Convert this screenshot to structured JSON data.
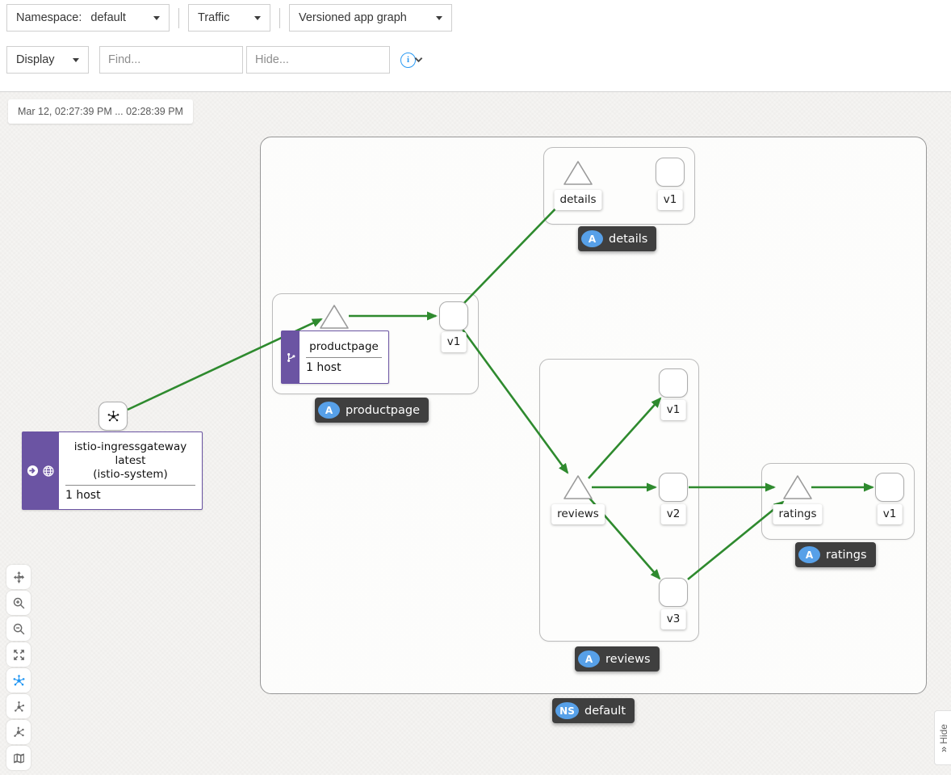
{
  "toolbar": {
    "namespace_label": "Namespace:",
    "namespace_value": "default",
    "traffic_label": "Traffic",
    "graph_type_label": "Versioned app graph",
    "display_label": "Display",
    "find_placeholder": "Find...",
    "hide_placeholder": "Hide...",
    "info_glyph": "i"
  },
  "timebar": {
    "range": "Mar 12, 02:27:39 PM ... 02:28:39 PM"
  },
  "graph": {
    "namespace_badge": {
      "icon_text": "NS",
      "label": "default"
    },
    "apps": {
      "details": {
        "badge_icon": "A",
        "badge_label": "details",
        "service": "details",
        "v1": "v1"
      },
      "productpage": {
        "badge_icon": "A",
        "badge_label": "productpage",
        "label_title": "productpage",
        "label_hosts": "1 host",
        "v1": "v1"
      },
      "reviews": {
        "badge_icon": "A",
        "badge_label": "reviews",
        "service": "reviews",
        "v1": "v1",
        "v2": "v2",
        "v3": "v3"
      },
      "ratings": {
        "badge_icon": "A",
        "badge_label": "ratings",
        "service": "ratings",
        "v1": "v1"
      }
    },
    "gateway": {
      "line1": "istio-ingressgateway",
      "line2": "latest",
      "line3": "(istio-system)",
      "hosts": "1 host"
    }
  },
  "side_panel_toggle": {
    "label": "Hide",
    "icon": "»"
  },
  "colors": {
    "edge_green": "#2e8a2e",
    "accent_purple": "#6b54a3",
    "app_badge_blue": "#57a0e8",
    "badge_bg": "#3f3f3f",
    "active_control_blue": "#2196f3",
    "info_blue": "#2b9af3"
  }
}
